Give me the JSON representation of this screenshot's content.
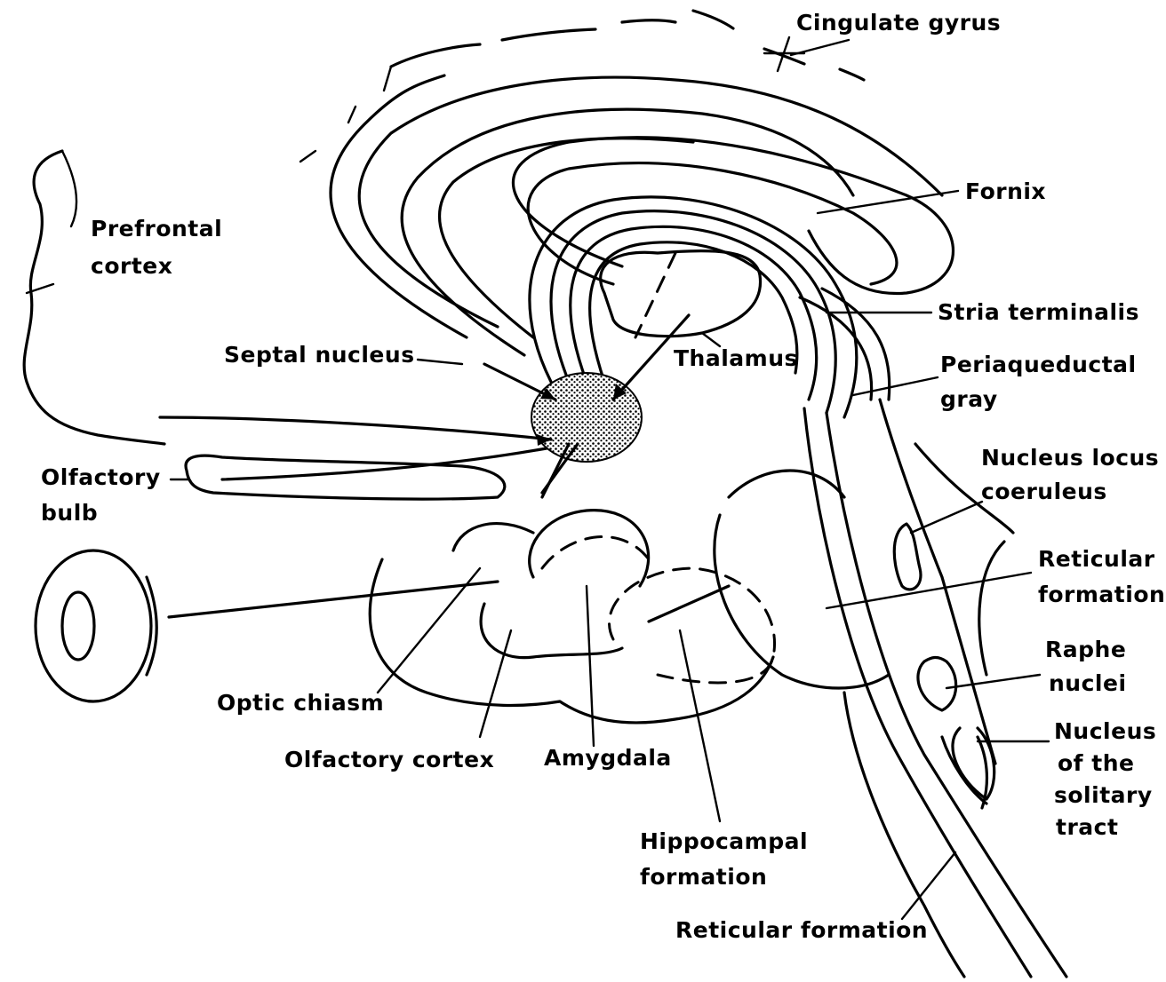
{
  "labels": {
    "cingulate_gyrus": "Cingulate gyrus",
    "prefrontal_cortex_line1": "Prefrontal",
    "prefrontal_cortex_line2": "cortex",
    "fornix": "Fornix",
    "stria_terminalis": "Stria terminalis",
    "septal_nucleus": "Septal nucleus",
    "thalamus": "Thalamus",
    "periaqueductal_gray_line1": "Periaqueductal",
    "periaqueductal_gray_line2": "gray",
    "olfactory_bulb_line1": "Olfactory",
    "olfactory_bulb_line2": "bulb",
    "nucleus_locus_coeruleus_line1": "Nucleus locus",
    "nucleus_locus_coeruleus_line2": "coeruleus",
    "reticular_formation_right_line1": "Reticular",
    "reticular_formation_right_line2": "formation",
    "raphe_nuclei_line1": "Raphe",
    "raphe_nuclei_line2": "nuclei",
    "nucleus_solitary_tract_line1": "Nucleus",
    "nucleus_solitary_tract_line2": "of the",
    "nucleus_solitary_tract_line3": "solitary",
    "nucleus_solitary_tract_line4": "tract",
    "optic_chiasm": "Optic chiasm",
    "olfactory_cortex": "Olfactory cortex",
    "amygdala": "Amygdala",
    "hippocampal_formation_line1": "Hippocampal",
    "hippocampal_formation_line2": "formation",
    "reticular_formation_bottom": "Reticular formation"
  }
}
